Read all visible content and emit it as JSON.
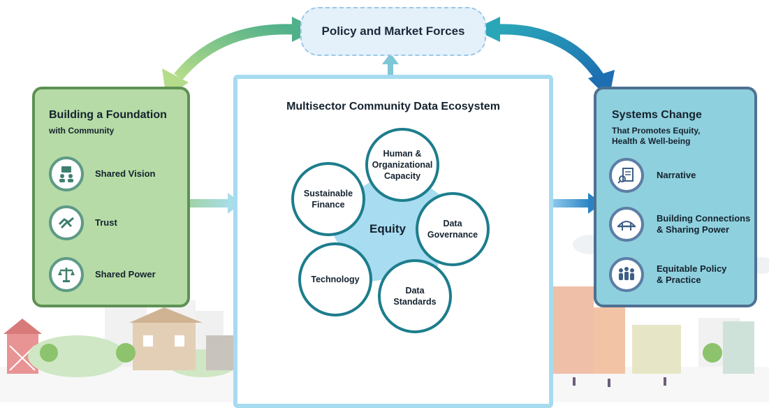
{
  "top": {
    "label": "Policy and Market Forces"
  },
  "left_panel": {
    "title": "Building a Foundation",
    "subtitle": "with Community",
    "items": [
      {
        "label": "Shared Vision",
        "icon": "people-presentation-icon"
      },
      {
        "label": "Trust",
        "icon": "handshake-icon"
      },
      {
        "label": "Shared Power",
        "icon": "balance-scale-icon"
      }
    ]
  },
  "center_panel": {
    "title": "Multisector Community Data Ecosystem",
    "core": "Equity",
    "petals": [
      {
        "lines": [
          "Human &",
          "Organizational",
          "Capacity"
        ]
      },
      {
        "lines": [
          "Data",
          "Governance"
        ]
      },
      {
        "lines": [
          "Data",
          "Standards"
        ]
      },
      {
        "lines": [
          "Technology"
        ]
      },
      {
        "lines": [
          "Sustainable",
          "Finance"
        ]
      }
    ]
  },
  "right_panel": {
    "title": "Systems Change",
    "subtitle_lines": [
      "That Promotes Equity,",
      "Health & Well-being"
    ],
    "items": [
      {
        "lines": [
          "Narrative"
        ],
        "icon": "document-magnifier-icon"
      },
      {
        "lines": [
          "Building Connections",
          "& Sharing Power"
        ],
        "icon": "bridge-icon"
      },
      {
        "lines": [
          "Equitable Policy",
          "& Practice"
        ],
        "icon": "people-group-icon"
      }
    ]
  },
  "colors": {
    "green_arrow": "#7cc79a",
    "blue_arrow": "#1f78b5",
    "left_fill": "#b6dba6",
    "left_border": "#5e9154",
    "right_fill": "#8fd0de",
    "right_border": "#4e7191",
    "center_border": "#a6dbf0",
    "petal_border": "#1d7d8c",
    "core_fill": "#a7dcf1"
  }
}
